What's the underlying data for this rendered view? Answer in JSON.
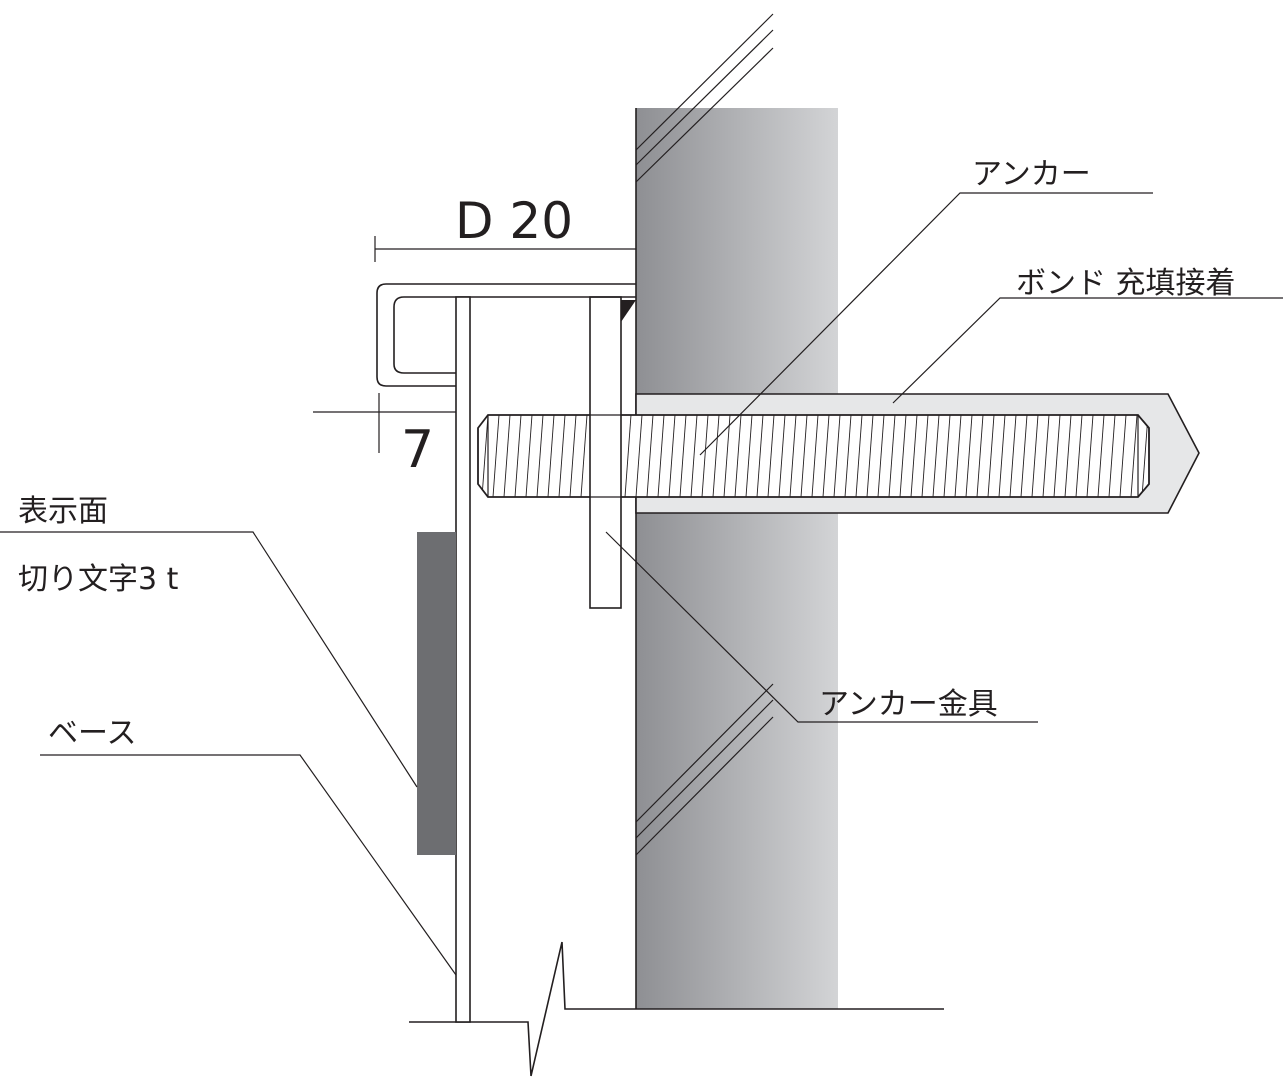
{
  "labels": {
    "anchor": "アンカー",
    "bond": "ボンド 充填接着",
    "display_face": "表示面",
    "cut_letters": "切り文字3 t",
    "anchor_bracket": "アンカー金具",
    "base": "ベース"
  },
  "dimensions": {
    "depth": "D 20",
    "offset": "7"
  },
  "colors": {
    "line": "#231f20",
    "wall_dark": "#8e8f93",
    "wall_light": "#d3d4d6",
    "letter_fill": "#6d6e71",
    "bond_fill": "#e6e7e8"
  }
}
